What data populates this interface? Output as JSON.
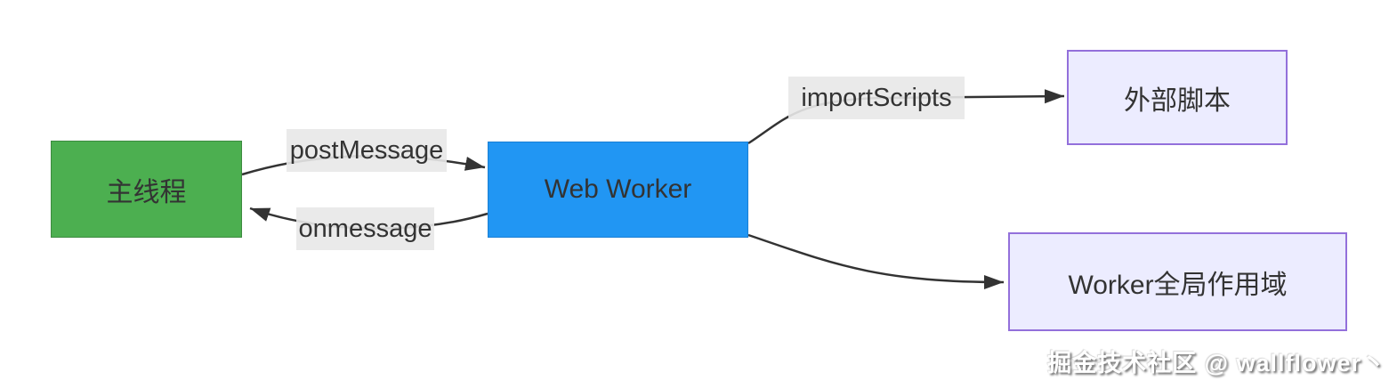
{
  "diagram": {
    "type": "flowchart",
    "nodes": [
      {
        "id": "main-thread",
        "label": "主线程",
        "fill": "#4caf50",
        "border": "#3d8b40"
      },
      {
        "id": "web-worker",
        "label": "Web Worker",
        "fill": "#2196f3",
        "border": "#1a7fd4"
      },
      {
        "id": "external-script",
        "label": "外部脚本",
        "fill": "#ececff",
        "border": "#9370db"
      },
      {
        "id": "worker-global-scope",
        "label": "Worker全局作用域",
        "fill": "#ececff",
        "border": "#9370db"
      }
    ],
    "edges": [
      {
        "from": "main-thread",
        "to": "web-worker",
        "label": "postMessage"
      },
      {
        "from": "web-worker",
        "to": "main-thread",
        "label": "onmessage"
      },
      {
        "from": "web-worker",
        "to": "external-script",
        "label": "importScripts"
      },
      {
        "from": "web-worker",
        "to": "worker-global-scope"
      }
    ],
    "edge_color": "#333333",
    "edge_label_bg": "rgba(232,232,232,0.9)",
    "text_color": "#333333",
    "background": "#ffffff"
  },
  "watermark": {
    "text": "掘金技术社区 @ wallflower丶",
    "color": "#ffffff"
  }
}
